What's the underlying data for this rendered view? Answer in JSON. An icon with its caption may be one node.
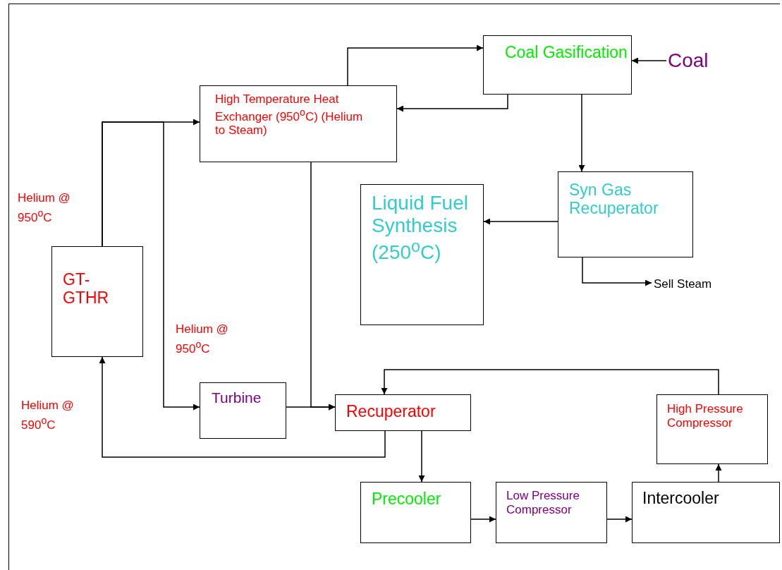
{
  "diagram": {
    "nodes": [
      {
        "text": [
          "Coal Gasification"
        ]
      },
      {
        "text": [
          "Coal"
        ]
      },
      {
        "text": [
          "High Temperature Heat Exchanger (950$^{o}$C) (Helium to Steam)"
        ]
      },
      {
        "text": [
          "GT-GTHR"
        ]
      },
      {
        "text": [
          "Syn Gas Recuperator"
        ]
      },
      {
        "text": [
          "Liquid Fuel Synthesis (250$^{o}$C)"
        ]
      },
      {
        "text": [
          "Sell Steam"
        ]
      },
      {
        "text": [
          "Turbine"
        ]
      },
      {
        "text": [
          "Recuperator"
        ]
      },
      {
        "text": [
          "High Pressure Compressor"
        ]
      },
      {
        "text": [
          "Precooler"
        ]
      },
      {
        "text": [
          "Low Pressure Compressor"
        ]
      },
      {
        "text": [
          "Intercooler"
        ]
      }
    ],
    "edges": [
      {
        "from": 3,
        "to": 2,
        "arrow": "to"
      },
      {
        "from": 3,
        "to": 7,
        "arrow": "to"
      },
      {
        "from": 2,
        "to": 0,
        "arrow": "to"
      },
      {
        "from": 0,
        "to": 2,
        "arrow": "to"
      },
      {
        "from": 1,
        "to": 0,
        "arrow": "to"
      },
      {
        "from": 0,
        "to": 4,
        "arrow": "to"
      },
      {
        "from": 4,
        "to": 5,
        "arrow": "to"
      },
      {
        "from": 4,
        "to": 6,
        "arrow": "to"
      },
      {
        "from": 2,
        "to": 8,
        "arrow": "to"
      },
      {
        "from": 7,
        "to": 8,
        "arrow": "to"
      },
      {
        "from": 8,
        "to": 3,
        "arrow": "to"
      },
      {
        "from": 8,
        "to": 10,
        "arrow": "to"
      },
      {
        "from": 10,
        "to": 11,
        "arrow": "to"
      },
      {
        "from": 11,
        "to": 12,
        "arrow": "to"
      },
      {
        "from": 12,
        "to": 9,
        "arrow": "to"
      },
      {
        "from": 9,
        "to": 8,
        "arrow": "to"
      }
    ],
    "labels": [
      "Helium @ 950$^{o}$C",
      "Helium @ 950$^{o}$C",
      "Helium @ 590$^{o}$C"
    ]
  }
}
